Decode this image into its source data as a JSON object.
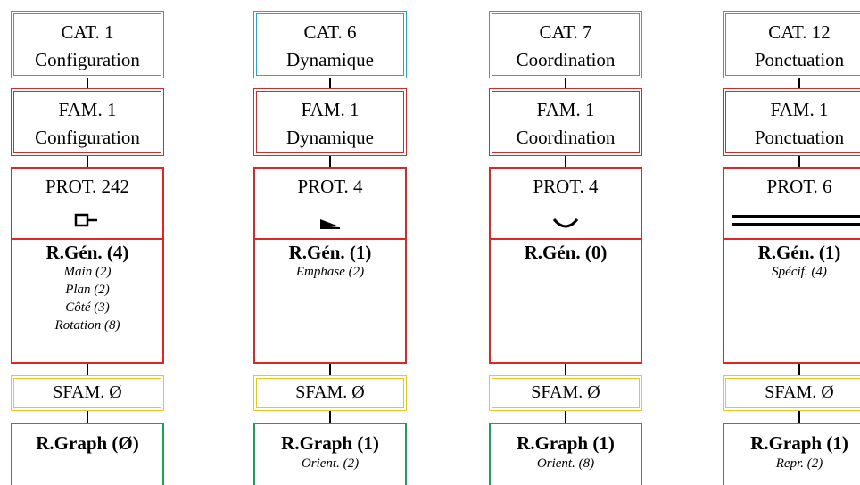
{
  "columns": [
    {
      "cat": {
        "line1": "CAT. 1",
        "line2": "Configuration"
      },
      "fam": {
        "line1": "FAM. 1",
        "line2": "Configuration"
      },
      "prot": {
        "label": "PROT. 242",
        "symbol_icon": "square-with-tail-icon"
      },
      "rgen": {
        "title": "R.Gén. (4)",
        "items": [
          "Main (2)",
          "Plan (2)",
          "Côté (3)",
          "Rotation (8)"
        ]
      },
      "sfam": {
        "label": "SFAM. Ø"
      },
      "rgraph": {
        "title": "R.Graph (Ø)",
        "sub": ""
      }
    },
    {
      "cat": {
        "line1": "CAT. 6",
        "line2": "Dynamique"
      },
      "fam": {
        "line1": "FAM. 1",
        "line2": "Dynamique"
      },
      "prot": {
        "label": "PROT. 4",
        "symbol_icon": "emphasis-wedge-icon"
      },
      "rgen": {
        "title": "R.Gén. (1)",
        "items": [
          "Emphase (2)"
        ]
      },
      "sfam": {
        "label": "SFAM. Ø"
      },
      "rgraph": {
        "title": "R.Graph (1)",
        "sub": "Orient. (2)"
      }
    },
    {
      "cat": {
        "line1": "CAT. 7",
        "line2": "Coordination"
      },
      "fam": {
        "line1": "FAM. 1",
        "line2": "Coordination"
      },
      "prot": {
        "label": "PROT. 4",
        "symbol_icon": "arc-curve-icon"
      },
      "rgen": {
        "title": "R.Gén. (0)",
        "items": []
      },
      "sfam": {
        "label": "SFAM. Ø"
      },
      "rgraph": {
        "title": "R.Graph (1)",
        "sub": "Orient. (8)"
      }
    },
    {
      "cat": {
        "line1": "CAT. 12",
        "line2": "Ponctuation"
      },
      "fam": {
        "line1": "FAM. 1",
        "line2": "Ponctuation"
      },
      "prot": {
        "label": "PROT. 6",
        "symbol_icon": "double-line-icon"
      },
      "rgen": {
        "title": "R.Gén. (1)",
        "items": [
          "Spécif. (4)"
        ]
      },
      "sfam": {
        "label": "SFAM. Ø"
      },
      "rgraph": {
        "title": "R.Graph (1)",
        "sub": "Repr. (2)"
      }
    }
  ]
}
